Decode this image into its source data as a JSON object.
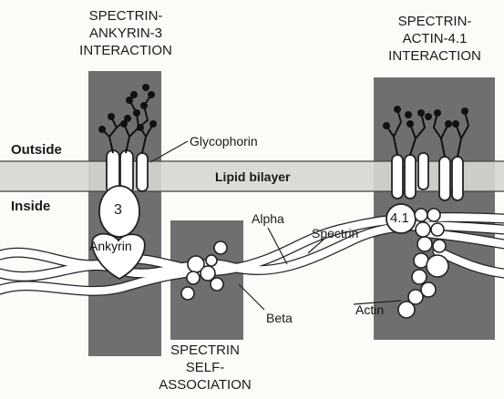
{
  "headings": {
    "left": [
      "SPECTRIN-",
      "ANKYRIN-3",
      "INTERACTION"
    ],
    "right": [
      "SPECTRIN-",
      "ACTIN-4.1",
      "INTERACTION"
    ],
    "bottom": [
      "SPECTRIN",
      "SELF-",
      "ASSOCIATION"
    ]
  },
  "labels": {
    "outside": "Outside",
    "inside": "Inside",
    "glycophorin": "Glycophorin",
    "lipid_bilayer": "Lipid bilayer",
    "band3": "3",
    "ankyrin": "Ankyrin",
    "alpha": "Alpha",
    "spectrin": "Spectrin",
    "beta": "Beta",
    "protein41": "4.1",
    "actin": "Actin"
  }
}
